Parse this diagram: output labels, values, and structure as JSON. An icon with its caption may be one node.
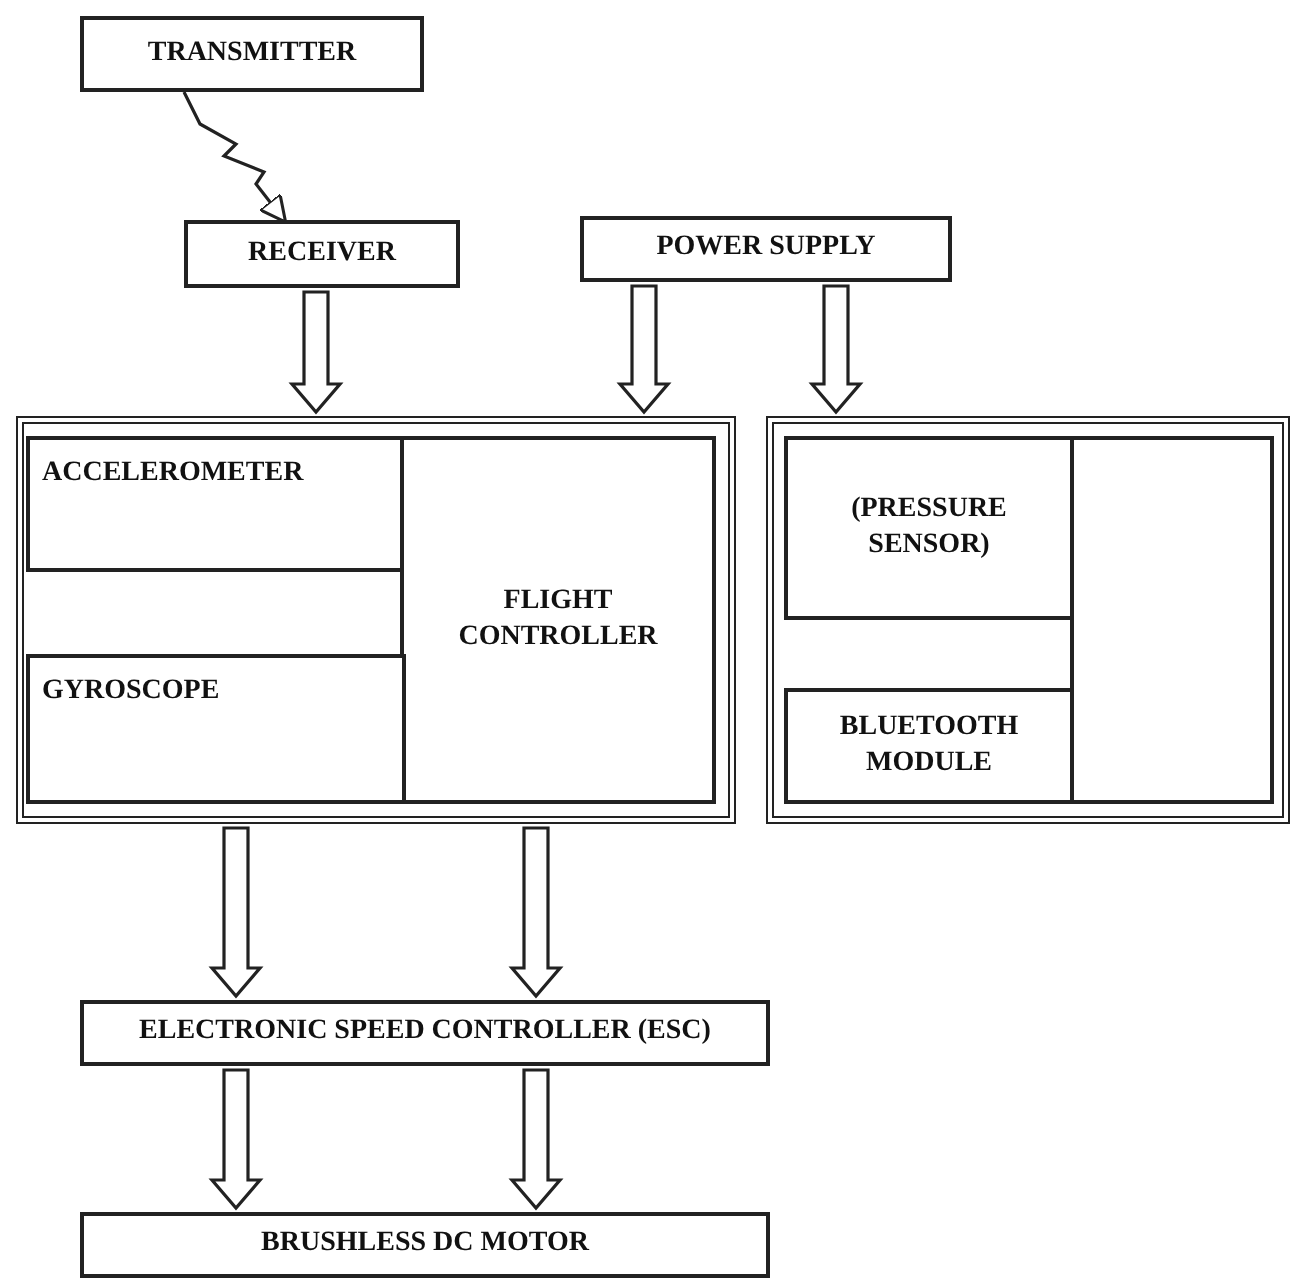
{
  "diagram": {
    "nodes": [
      {
        "text": [
          "TRANSMITTER"
        ]
      },
      {
        "text": [
          "RECEIVER"
        ]
      },
      {
        "text": [
          "POWER SUPPLY"
        ]
      },
      {
        "text": [],
        "shape": "box"
      },
      {
        "text": [
          "ACCELEROMETER"
        ],
        "in": 3
      },
      {
        "text": [
          "FLIGHT CONTROLLER"
        ],
        "in": 3
      },
      {
        "text": [
          "GYROSCOPE"
        ],
        "in": 3
      },
      {
        "text": [],
        "shape": "box"
      },
      {
        "text": [
          "(PRESSURE SENSOR)"
        ],
        "in": 7
      },
      {
        "text": [],
        "shape": "box",
        "in": 7
      },
      {
        "text": [
          "BLUETOOTH MODULE"
        ],
        "in": 7
      },
      {
        "text": [
          "ELECTRONIC SPEED CONTROLLER (ESC)"
        ]
      },
      {
        "text": [
          "BRUSHLESS DC MOTOR"
        ]
      }
    ],
    "edges": [
      {
        "from": 0,
        "to": 1,
        "arrow": "to"
      },
      {
        "from": 1,
        "to": 3,
        "arrow": "to"
      },
      {
        "from": 2,
        "to": 3,
        "arrow": "to"
      },
      {
        "from": 2,
        "to": 7,
        "arrow": "to"
      },
      {
        "from": 3,
        "to": 11,
        "arrow": "to"
      },
      {
        "from": 3,
        "to": 11,
        "arrow": "to"
      },
      {
        "from": 11,
        "to": 12,
        "arrow": "to"
      },
      {
        "from": 11,
        "to": 12,
        "arrow": "to"
      }
    ]
  }
}
